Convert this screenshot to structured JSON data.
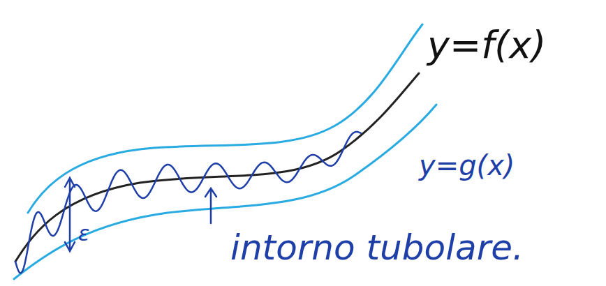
{
  "diagram": {
    "labels": [
      "y=f(x)",
      "y=g(x)",
      "ε",
      "intorno tubolare."
    ]
  }
}
